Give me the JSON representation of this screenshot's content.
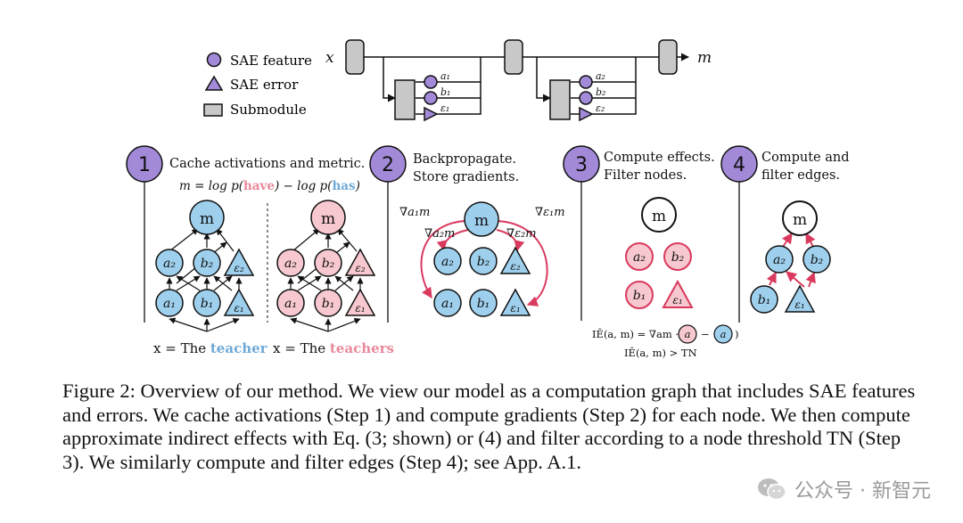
{
  "legend": {
    "feature": "SAE feature",
    "error": "SAE error",
    "submodule": "Submodule"
  },
  "top_diagram": {
    "input": "x",
    "output": "m",
    "group1": [
      "a1",
      "b1",
      "ε1"
    ],
    "group2": [
      "a2",
      "b2",
      "ε2"
    ]
  },
  "steps": [
    {
      "num": "1",
      "line1": "Cache activations and metric.",
      "metric": {
        "prefix": "m = log p(",
        "w1": "have",
        "mid": ") − log p(",
        "w2": "has",
        "suffix": ")"
      },
      "left_input": {
        "prefix": "x = The ",
        "word": "teacher"
      },
      "right_input": {
        "prefix": "x = The ",
        "word": "teachers"
      }
    },
    {
      "num": "2",
      "line1": "Backpropagate.",
      "line2": "Store gradients.",
      "grad_a1": "∇a₁m",
      "grad_a2": "∇a₂m",
      "grad_e2": "∇ε₂m",
      "grad_e1": "∇ε₁m"
    },
    {
      "num": "3",
      "line1": "Compute effects.",
      "line2": "Filter nodes.",
      "eq1": "IÊ(a, m) = ∇am · (",
      "eq1_mid": "−",
      "eq1_end": ")",
      "eq2": "IÊ(a, m) > TN"
    },
    {
      "num": "4",
      "line1": "Compute and",
      "line2": "filter edges."
    }
  ],
  "node_labels": {
    "m": "m",
    "a2": "a₂",
    "b2": "b₂",
    "e2": "ε₂",
    "a1": "a₁",
    "b1": "b₁",
    "e1": "ε₁",
    "a": "a"
  },
  "caption": "Figure 2: Overview of our method. We view our model as a computation graph that includes SAE features and errors. We cache activations (Step 1) and compute gradients (Step 2) for each node. We then compute approximate indirect effects with Eq. (3; shown) or (4) and filter according to a node threshold TN (Step 3). We similarly compute and filter edges (Step 4); see App. A.1.",
  "watermark": "公众号 · 新智元",
  "colors": {
    "purple": "#a38ad9",
    "blue": "#9ed0ee",
    "pink": "#f7c8cf",
    "red": "#d93a5e",
    "grey": "#c8c8c8",
    "blue_text": "#6ea9d8",
    "pink_text": "#e88a9a"
  }
}
